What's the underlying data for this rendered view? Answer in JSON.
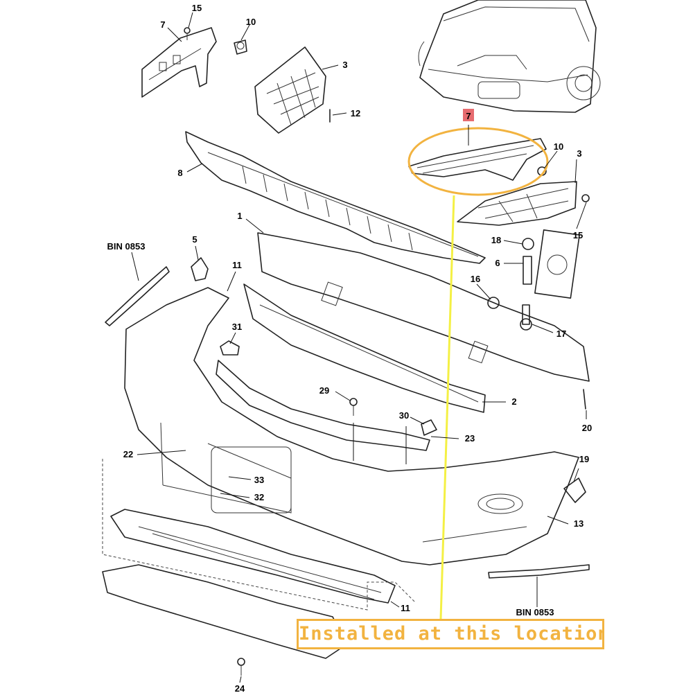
{
  "diagram": {
    "callouts": {
      "c15a": "15",
      "c10a": "10",
      "c7a": "7",
      "c3a": "3",
      "c12": "12",
      "c8": "8",
      "c7b": "7",
      "c10b": "10",
      "c3b": "3",
      "c15b": "15",
      "c1": "1",
      "c5": "5",
      "c11a": "11",
      "c18": "18",
      "c6": "6",
      "c16": "16",
      "c17": "17",
      "c31": "31",
      "c2": "2",
      "c29": "29",
      "c30": "30",
      "c23": "23",
      "c20": "20",
      "c22": "22",
      "c33": "33",
      "c32": "32",
      "c19": "19",
      "c13": "13",
      "c11b": "11",
      "c24": "24"
    },
    "bin_top": "BIN 0853",
    "bin_bottom": "BIN 0853"
  },
  "annotation": {
    "text": "Installed at this location",
    "highlight_color": "#F2B340",
    "leader_color": "#F4F044",
    "marker_color": "#E0464B"
  }
}
